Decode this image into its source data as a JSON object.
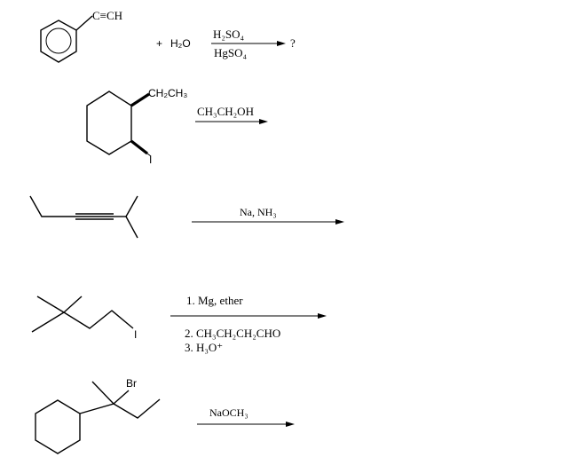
{
  "reactions": [
    {
      "substrate_label": "C≡CH",
      "plus": "+",
      "reagent_water": "H₂O",
      "reagent_top": "H₂SO₄",
      "reagent_bottom": "HgSO₄",
      "product": "?"
    },
    {
      "substituent": "CH₂CH₃",
      "leaving_group": "I",
      "reagent_top": "CH₃CH₂OH"
    },
    {
      "reagent_top": "Na, NH₃"
    },
    {
      "leaving_group": "I",
      "reagent_top": "1.  Mg, ether",
      "reagent_bottom_1": "2.  CH₃CH₂CH₂CHO",
      "reagent_bottom_2": "3.  H₃O⁺"
    },
    {
      "substituent": "Br",
      "reagent_top": "NaOCH₃"
    }
  ]
}
